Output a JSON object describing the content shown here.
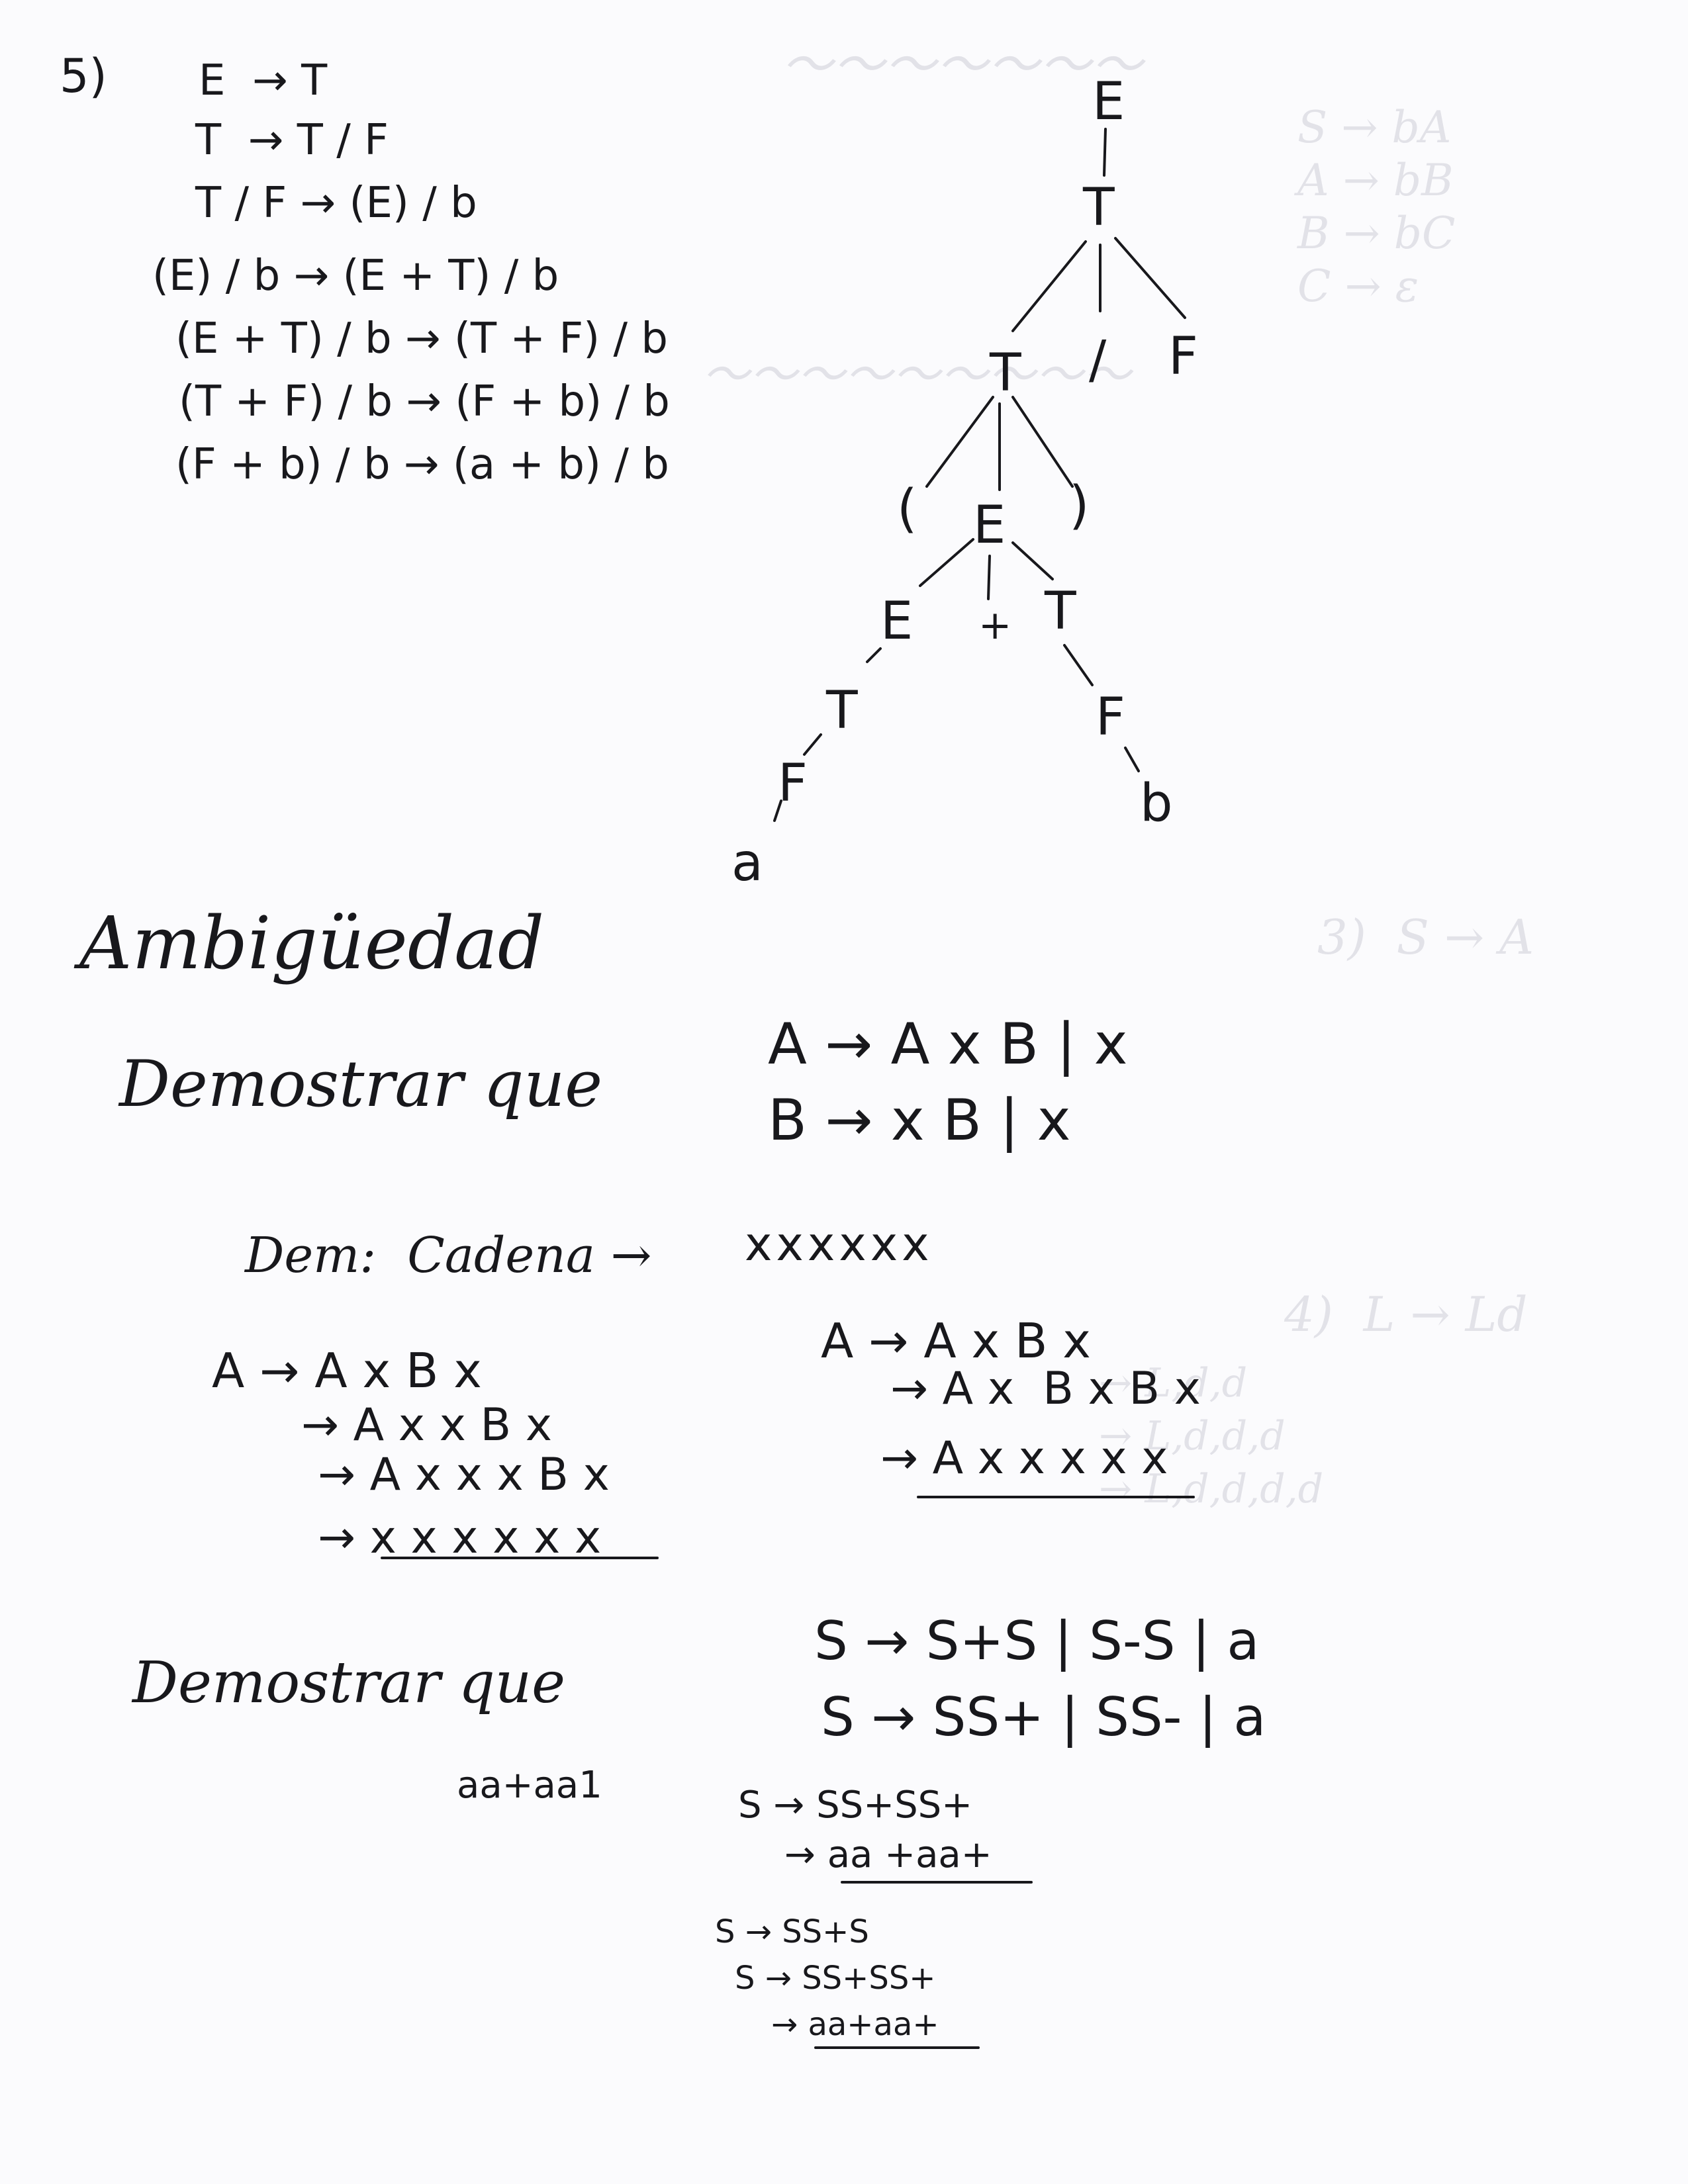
{
  "sheet": {
    "problem_number": "5)",
    "derivation": [
      "E  → T",
      "T  → T / F",
      "T / F → (E) / b",
      "(E) / b → (E + T) / b",
      "(E + T) / b → (T + F) / b",
      "(T + F) / b → (F + b) / b",
      "(F + b) / b → (a + b) / b"
    ],
    "tree_nodes": {
      "root": "E",
      "t1": "T",
      "t2": "T",
      "slash": "/",
      "f1": "F",
      "lparen": "(",
      "e2": "E",
      "rparen": ")",
      "e3": "E",
      "plus": "+",
      "t3": "T",
      "t4": "T",
      "f2": "F",
      "f3": "F",
      "a": "a",
      "b": "b"
    },
    "ambiguity": {
      "heading": "Ambigüedad",
      "prompt1": "Demostrar que",
      "grammar1": [
        "A → A x B | x",
        "B → x B | x"
      ],
      "dem_label": "Dem:  Cadena →",
      "dem_string": "xxxxxx",
      "deriv_left": [
        "A → A x B x",
        "→ A x x B x",
        "→ A x x x B x",
        "→ x x x x x x"
      ],
      "deriv_right": [
        "A → A x B x",
        "→ A x  B x B x",
        "→ A x x x x x"
      ],
      "prompt2": "Demostrar que",
      "grammar2": [
        "S → S+S | S-S | a",
        "S → SS+ | SS- | a"
      ],
      "target_string": "aa+aa1",
      "deriv3": [
        "S → SS+SS+",
        "→ aa +aa+"
      ],
      "deriv4": [
        "S → SS+S",
        "S → SS+SS+",
        "→ aa+aa+"
      ]
    }
  }
}
